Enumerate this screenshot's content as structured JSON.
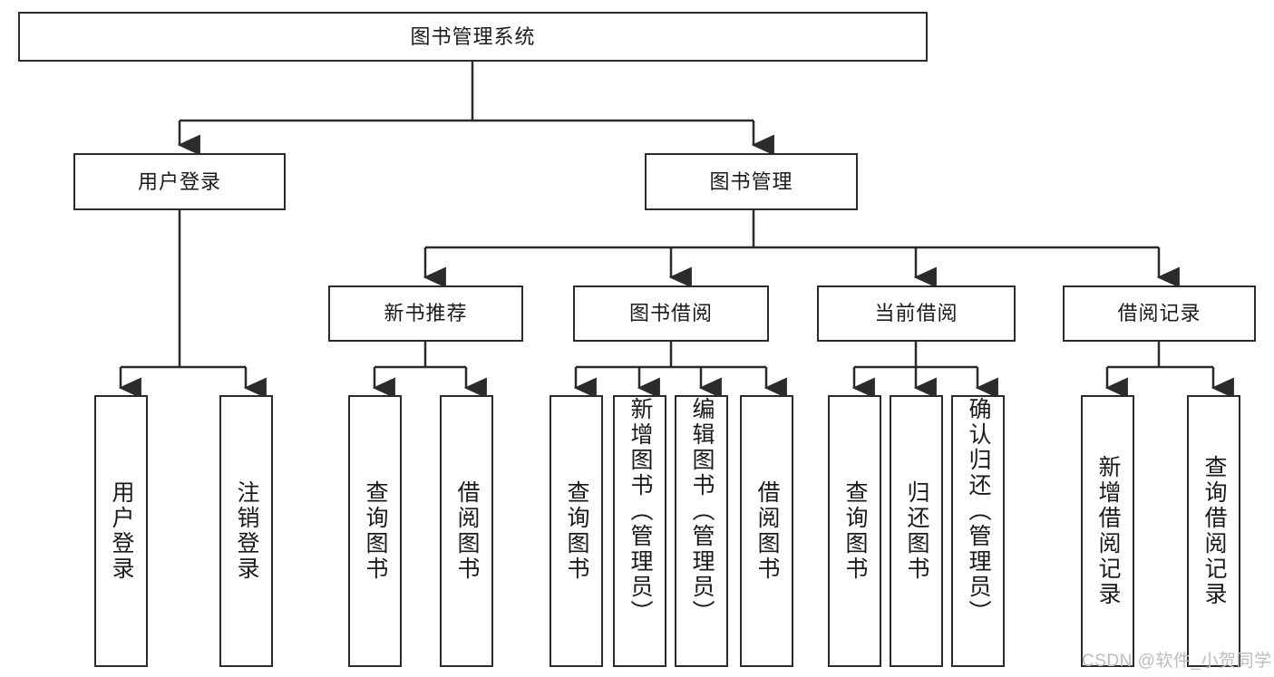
{
  "diagram": {
    "type": "tree-hierarchy",
    "title": "图书管理系统",
    "root": {
      "id": "root",
      "label": "图书管理系统",
      "orientation": "horizontal"
    },
    "level2": [
      {
        "id": "user-login",
        "label": "用户登录",
        "orientation": "horizontal"
      },
      {
        "id": "book-manage",
        "label": "图书管理",
        "orientation": "horizontal"
      }
    ],
    "level3": [
      {
        "id": "new-book-recommend",
        "label": "新书推荐",
        "orientation": "horizontal",
        "parent": "book-manage"
      },
      {
        "id": "book-borrow",
        "label": "图书借阅",
        "orientation": "horizontal",
        "parent": "book-manage"
      },
      {
        "id": "current-borrow",
        "label": "当前借阅",
        "orientation": "horizontal",
        "parent": "book-manage"
      },
      {
        "id": "borrow-record",
        "label": "借阅记录",
        "orientation": "horizontal",
        "parent": "book-manage"
      }
    ],
    "leaves": [
      {
        "id": "leaf-user-login",
        "label": "用户登录",
        "parent": "user-login",
        "orientation": "vertical"
      },
      {
        "id": "leaf-logout-login",
        "label": "注销登录",
        "parent": "user-login",
        "orientation": "vertical"
      },
      {
        "id": "leaf-query-book-1",
        "label": "查询图书",
        "parent": "new-book-recommend",
        "orientation": "vertical"
      },
      {
        "id": "leaf-borrow-book-1",
        "label": "借阅图书",
        "parent": "new-book-recommend",
        "orientation": "vertical"
      },
      {
        "id": "leaf-query-book-2",
        "label": "查询图书",
        "parent": "book-borrow",
        "orientation": "vertical"
      },
      {
        "id": "leaf-add-book-admin",
        "label": "新增图书（管理员）",
        "parent": "book-borrow",
        "orientation": "vertical"
      },
      {
        "id": "leaf-edit-book-admin",
        "label": "编辑图书（管理员）",
        "parent": "book-borrow",
        "orientation": "vertical"
      },
      {
        "id": "leaf-borrow-book-2",
        "label": "借阅图书",
        "parent": "book-borrow",
        "orientation": "vertical"
      },
      {
        "id": "leaf-query-book-3",
        "label": "查询图书",
        "parent": "current-borrow",
        "orientation": "vertical"
      },
      {
        "id": "leaf-return-book",
        "label": "归还图书",
        "parent": "current-borrow",
        "orientation": "vertical"
      },
      {
        "id": "leaf-confirm-return-admin",
        "label": "确认归还（管理员）",
        "parent": "current-borrow",
        "orientation": "vertical"
      },
      {
        "id": "leaf-add-borrow-record",
        "label": "新增借阅记录",
        "parent": "borrow-record",
        "orientation": "vertical"
      },
      {
        "id": "leaf-query-borrow-record",
        "label": "查询借阅记录",
        "parent": "borrow-record",
        "orientation": "vertical"
      }
    ],
    "colors": {
      "stroke": "#2b2b2b",
      "fill": "#ffffff",
      "text": "#1a1a1a",
      "watermark": "#bcbcbc"
    }
  },
  "watermark": {
    "text": "CSDN @软件_小贺同学"
  }
}
